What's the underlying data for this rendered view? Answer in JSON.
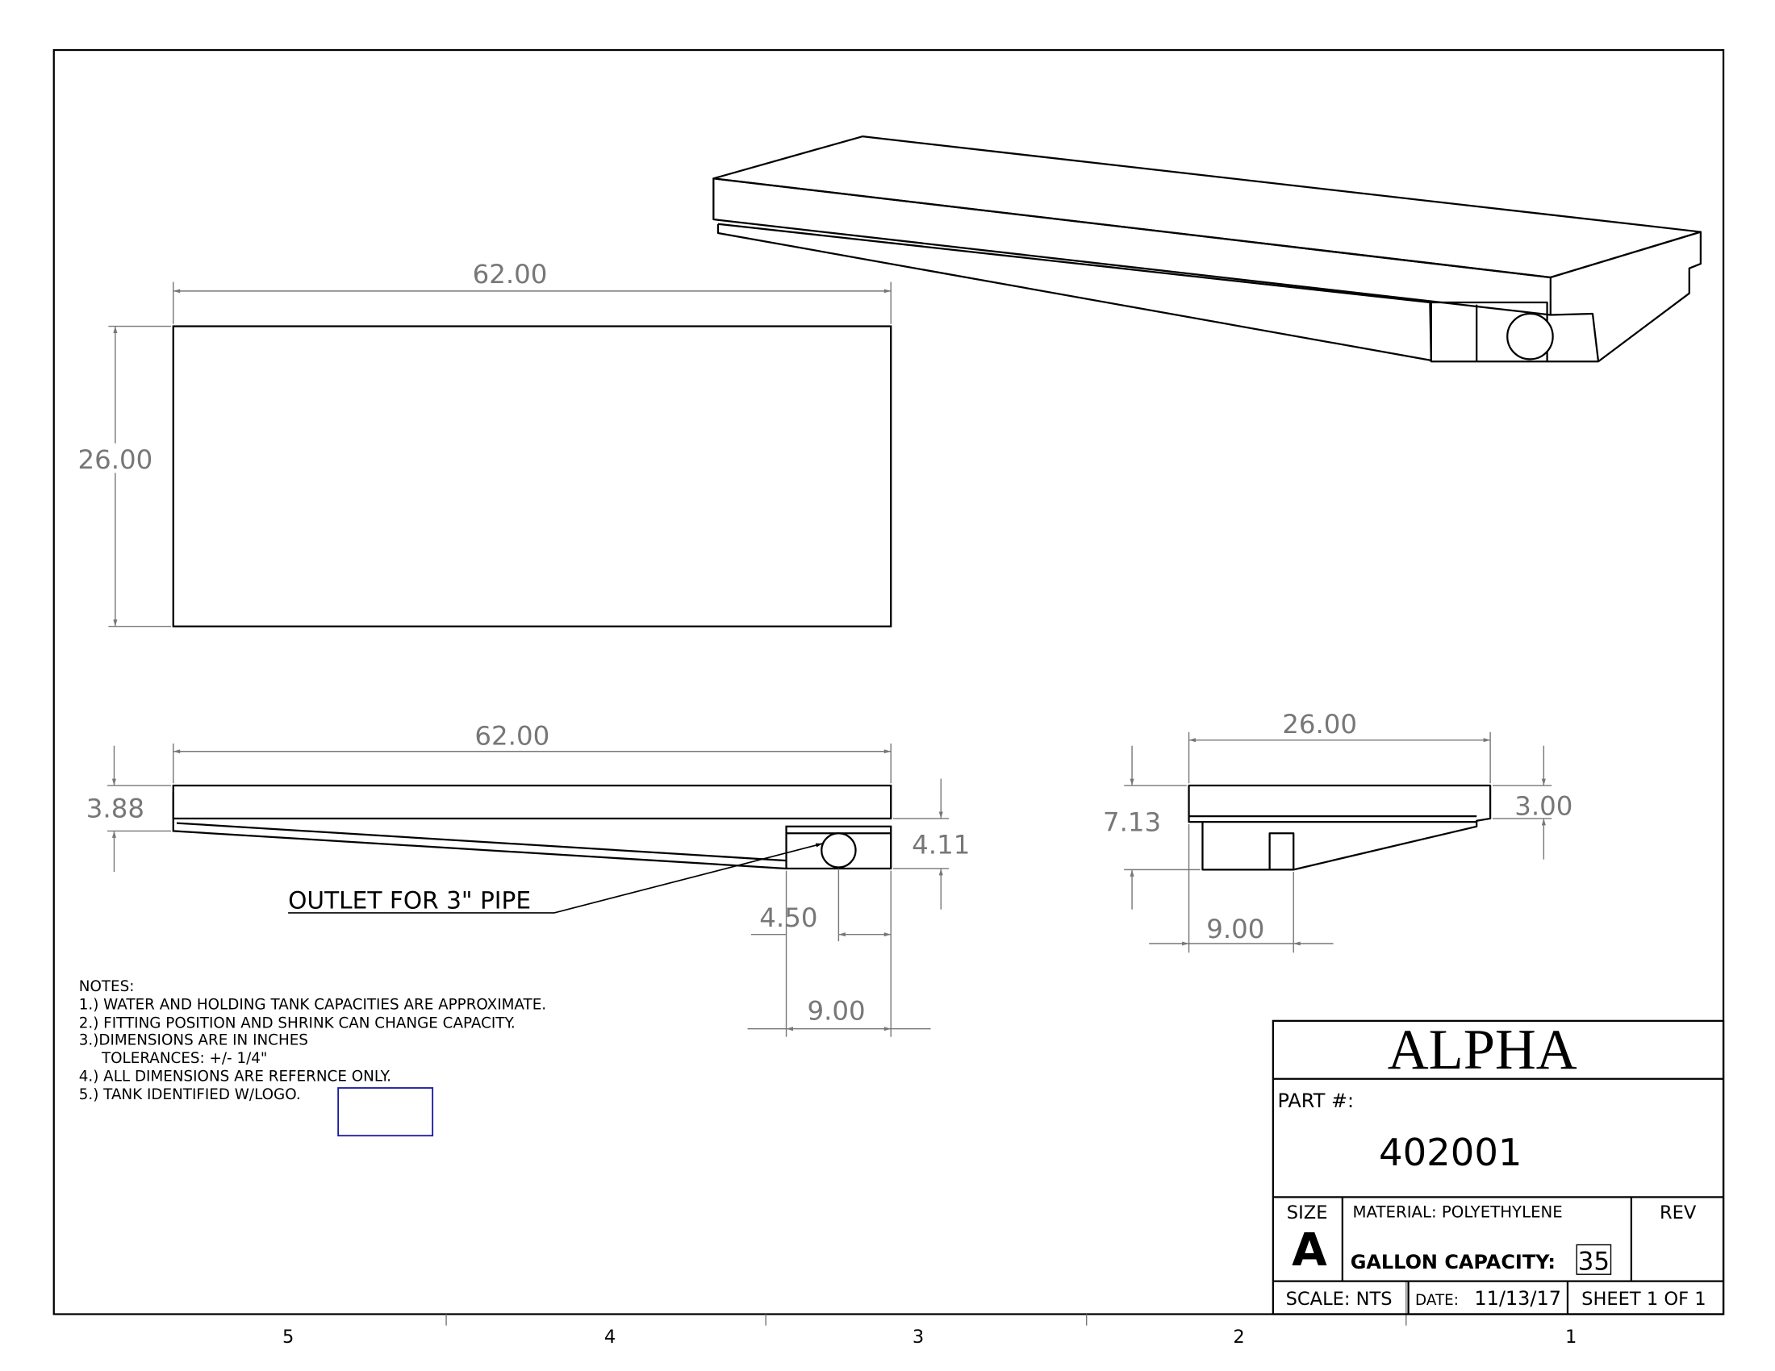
{
  "dimensions": {
    "top_length": "62.00",
    "top_width": "26.00",
    "front_length": "62.00",
    "front_height_left": "3.88",
    "front_height_right": "4.11",
    "outlet_offset": "4.50",
    "outlet_box_length": "9.00",
    "side_width": "26.00",
    "side_height": "7.13",
    "side_lip": "3.00",
    "side_sump": "9.00"
  },
  "callout": "OUTLET FOR 3\" PIPE",
  "notes": [
    "NOTES:",
    "1.) WATER AND HOLDING TANK CAPACITIES ARE APPROXIMATE.",
    "2.) FITTING POSITION AND SHRINK CAN CHANGE CAPACITY.",
    "3.)DIMENSIONS ARE IN INCHES",
    "TOLERANCES: +/- 1/4\"",
    "4.) ALL DIMENSIONS ARE REFERNCE ONLY.",
    "5.) TANK IDENTIFIED W/LOGO."
  ],
  "zones": [
    "5",
    "4",
    "3",
    "2",
    "1"
  ],
  "title_block": {
    "company": "ALPHA",
    "part_label": "PART #:",
    "part_number": "402001",
    "size_label": "SIZE",
    "size": "A",
    "material": "MATERIAL:  POLYETHYLENE",
    "rev_label": "REV",
    "capacity_label": "GALLON CAPACITY:",
    "capacity": "35",
    "scale": "SCALE: NTS",
    "date_label": "DATE:",
    "date": "11/13/17",
    "sheet": "SHEET 1 OF 1"
  },
  "colors": {
    "logo_box": "#1a1aa0",
    "dimension": "#777777"
  }
}
